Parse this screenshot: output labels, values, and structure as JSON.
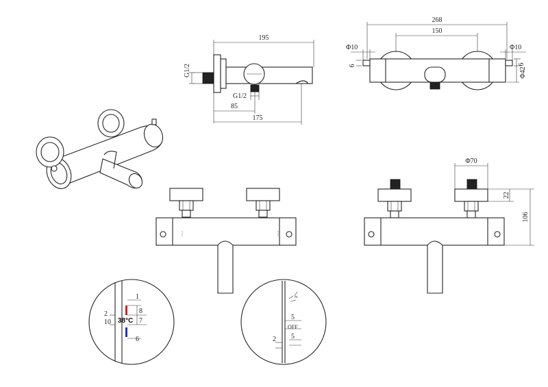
{
  "colors": {
    "hot": "#d42020",
    "cold": "#2030c8",
    "line": "#222222"
  },
  "side_view": {
    "dim_total_length": "195",
    "dim_inlet": "G1/2",
    "dim_outlet": "G1/2",
    "dim_spout": "85",
    "dim_depth": "175"
  },
  "top_view": {
    "dim_overall": "268",
    "dim_centers": "150",
    "dim_left_pin": "Φ10",
    "dim_right_pin": "Φ10",
    "dim_pin_height": "6",
    "dim_right_offset": "6",
    "dim_body_diameter": "Φ42"
  },
  "rear_view": {
    "dim_flange": "Φ70",
    "dim_flange_height": "22",
    "dim_total_height": "106"
  },
  "detail_temperature": {
    "temp_mark": "38°C",
    "dim_a": "1",
    "dim_b": "8",
    "dim_c": "7",
    "dim_d": "6",
    "dim_e": "2",
    "dim_f": "10"
  },
  "detail_diverter": {
    "dim_a": "5",
    "dim_b": "5",
    "dim_c": "2",
    "off_mark": "OFF"
  }
}
